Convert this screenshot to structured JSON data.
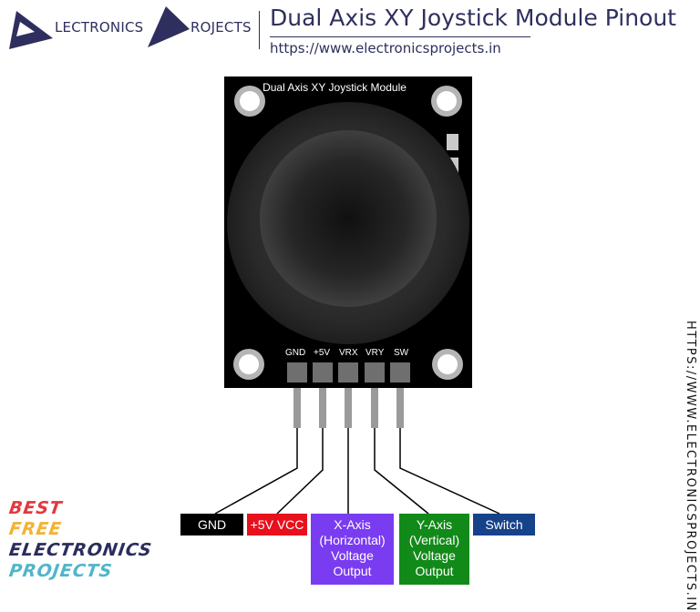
{
  "header": {
    "logo_word1": "LECTRONICS",
    "logo_word2": "ROJECTS",
    "title": "Dual Axis XY Joystick Module Pinout",
    "url": "https://www.electronicsprojects.in"
  },
  "side_url": "HTTPS://WWW.ELECTRONICSPROJECTS.IN",
  "badge": {
    "lines": [
      "BEST",
      "FREE",
      "ELECTRONICS",
      "PROJECTS"
    ],
    "colors": [
      "#e3383f",
      "#f3b233",
      "#2b2d5c",
      "#4fb6c8"
    ]
  },
  "module": {
    "board_label": "Dual Axis XY Joystick Module",
    "board_color": "#000000",
    "pins": [
      "GND",
      "+5V",
      "VRX",
      "VRY",
      "SW"
    ]
  },
  "callouts": [
    {
      "lines": [
        "GND"
      ],
      "color": "#000000"
    },
    {
      "lines": [
        "+5V VCC"
      ],
      "color": "#e8101c"
    },
    {
      "lines": [
        "X-Axis",
        "(Horizontal)",
        "Voltage",
        "Output"
      ],
      "color": "#7a3cf0"
    },
    {
      "lines": [
        "Y-Axis",
        "(Vertical)",
        "Voltage",
        "Output"
      ],
      "color": "#128a19"
    },
    {
      "lines": [
        "Switch"
      ],
      "color": "#16428a"
    }
  ]
}
